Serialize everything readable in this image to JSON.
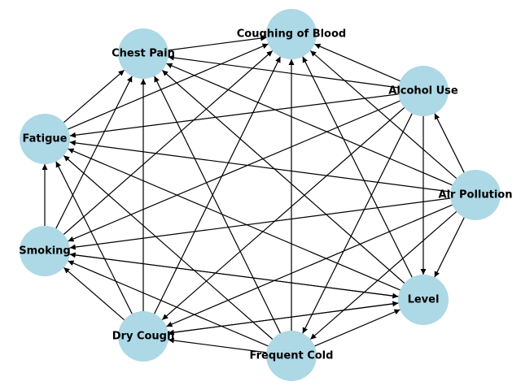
{
  "colors": {
    "node_fill": "#add8e6",
    "edge": "#000000",
    "label": "#000000",
    "background": "#ffffff"
  },
  "nodes": [
    {
      "id": "coughing_of_blood",
      "label": "Coughing of Blood"
    },
    {
      "id": "chest_pain",
      "label": "Chest Pain"
    },
    {
      "id": "alcohol_use",
      "label": "Alcohol Use"
    },
    {
      "id": "fatigue",
      "label": "Fatigue"
    },
    {
      "id": "air_pollution",
      "label": "Air Pollution"
    },
    {
      "id": "smoking",
      "label": "Smoking"
    },
    {
      "id": "level",
      "label": "Level"
    },
    {
      "id": "dry_cough",
      "label": "Dry Cough"
    },
    {
      "id": "frequent_cold",
      "label": "Frequent Cold"
    }
  ],
  "edges": [
    {
      "from": "chest_pain",
      "to": "coughing_of_blood"
    },
    {
      "from": "alcohol_use",
      "to": "coughing_of_blood"
    },
    {
      "from": "alcohol_use",
      "to": "chest_pain"
    },
    {
      "from": "alcohol_use",
      "to": "fatigue"
    },
    {
      "from": "alcohol_use",
      "to": "smoking"
    },
    {
      "from": "alcohol_use",
      "to": "dry_cough"
    },
    {
      "from": "alcohol_use",
      "to": "frequent_cold"
    },
    {
      "from": "alcohol_use",
      "to": "level"
    },
    {
      "from": "air_pollution",
      "to": "alcohol_use"
    },
    {
      "from": "air_pollution",
      "to": "coughing_of_blood"
    },
    {
      "from": "air_pollution",
      "to": "chest_pain"
    },
    {
      "from": "air_pollution",
      "to": "fatigue"
    },
    {
      "from": "air_pollution",
      "to": "smoking"
    },
    {
      "from": "air_pollution",
      "to": "dry_cough"
    },
    {
      "from": "air_pollution",
      "to": "frequent_cold"
    },
    {
      "from": "air_pollution",
      "to": "level"
    },
    {
      "from": "fatigue",
      "to": "chest_pain"
    },
    {
      "from": "fatigue",
      "to": "coughing_of_blood"
    },
    {
      "from": "smoking",
      "to": "fatigue"
    },
    {
      "from": "smoking",
      "to": "chest_pain"
    },
    {
      "from": "smoking",
      "to": "coughing_of_blood"
    },
    {
      "from": "smoking",
      "to": "level"
    },
    {
      "from": "dry_cough",
      "to": "smoking"
    },
    {
      "from": "dry_cough",
      "to": "fatigue"
    },
    {
      "from": "dry_cough",
      "to": "chest_pain"
    },
    {
      "from": "dry_cough",
      "to": "coughing_of_blood"
    },
    {
      "from": "dry_cough",
      "to": "level"
    },
    {
      "from": "frequent_cold",
      "to": "dry_cough"
    },
    {
      "from": "frequent_cold",
      "to": "smoking"
    },
    {
      "from": "frequent_cold",
      "to": "fatigue"
    },
    {
      "from": "frequent_cold",
      "to": "chest_pain"
    },
    {
      "from": "frequent_cold",
      "to": "coughing_of_blood"
    },
    {
      "from": "frequent_cold",
      "to": "level"
    },
    {
      "from": "level",
      "to": "coughing_of_blood"
    },
    {
      "from": "level",
      "to": "chest_pain"
    },
    {
      "from": "level",
      "to": "fatigue"
    },
    {
      "from": "level",
      "to": "smoking"
    },
    {
      "from": "level",
      "to": "dry_cough"
    }
  ]
}
